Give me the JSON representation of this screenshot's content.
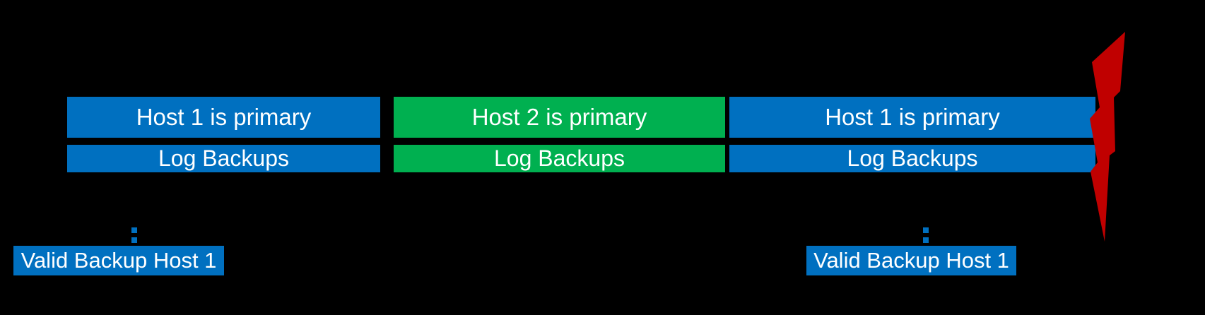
{
  "diagram": {
    "description_topic": "HA failover timeline with log backups",
    "segments": [
      {
        "primary_label": "Host 1 is primary",
        "log_label": "Log Backups",
        "color": "#0070C0"
      },
      {
        "primary_label": "Host 2 is primary",
        "log_label": "Log Backups",
        "color": "#00B050"
      },
      {
        "primary_label": "Host 1 is primary",
        "log_label": "Log Backups",
        "color": "#0070C0"
      }
    ],
    "backup_markers": [
      {
        "label": "Valid Backup Host 1",
        "color": "#0070C0"
      },
      {
        "label": "Valid Backup Host 1",
        "color": "#0070C0"
      }
    ],
    "failure": {
      "icon": "lightning-bolt",
      "color": "#C00000"
    },
    "colors": {
      "host1_blue": "#0070C0",
      "host2_green": "#00B050",
      "failure_red": "#C00000",
      "background": "#000000",
      "text": "#FFFFFF"
    }
  }
}
